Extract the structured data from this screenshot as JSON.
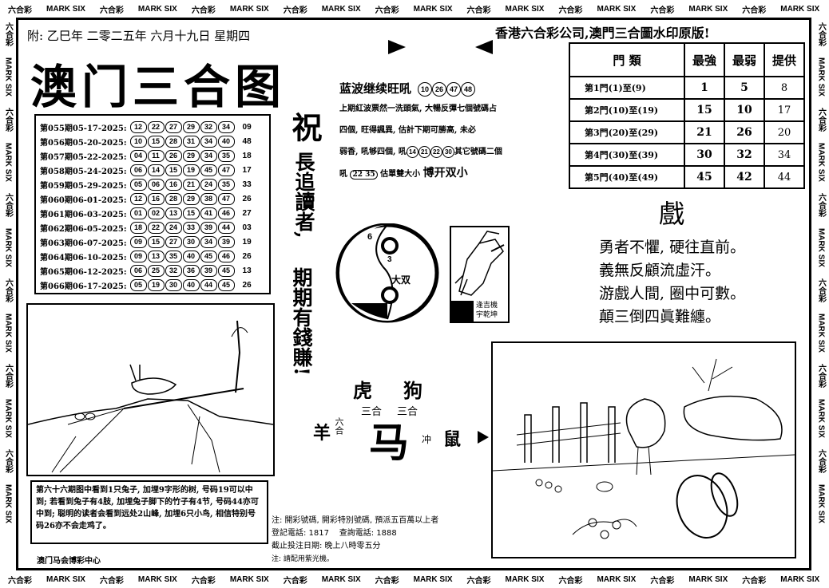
{
  "border": {
    "mark": "MARK SIX",
    "logo": "六合彩"
  },
  "header": {
    "date_line": "附: 乙巳年 二零二五年 六月十九日 星期四",
    "company": "香港六合彩公司,澳門三合圖水印原版!",
    "title": "澳门三合图"
  },
  "draws": [
    {
      "label": "第055期05-17-2025:",
      "nums": [
        "12",
        "22",
        "27",
        "29",
        "32",
        "34"
      ],
      "special": "09"
    },
    {
      "label": "第056期05-20-2025:",
      "nums": [
        "10",
        "15",
        "28",
        "31",
        "34",
        "40"
      ],
      "special": "48"
    },
    {
      "label": "第057期05-22-2025:",
      "nums": [
        "04",
        "11",
        "26",
        "29",
        "34",
        "35"
      ],
      "special": "18"
    },
    {
      "label": "第058期05-24-2025:",
      "nums": [
        "06",
        "14",
        "15",
        "19",
        "45",
        "47"
      ],
      "special": "17"
    },
    {
      "label": "第059期05-29-2025:",
      "nums": [
        "05",
        "06",
        "16",
        "21",
        "24",
        "35"
      ],
      "special": "33"
    },
    {
      "label": "第060期06-01-2025:",
      "nums": [
        "12",
        "16",
        "28",
        "29",
        "38",
        "47"
      ],
      "special": "26"
    },
    {
      "label": "第061期06-03-2025:",
      "nums": [
        "01",
        "02",
        "13",
        "15",
        "41",
        "46"
      ],
      "special": "27"
    },
    {
      "label": "第062期06-05-2025:",
      "nums": [
        "18",
        "22",
        "24",
        "33",
        "39",
        "44"
      ],
      "special": "03"
    },
    {
      "label": "第063期06-07-2025:",
      "nums": [
        "09",
        "15",
        "27",
        "30",
        "34",
        "39"
      ],
      "special": "19"
    },
    {
      "label": "第064期06-10-2025:",
      "nums": [
        "09",
        "13",
        "35",
        "40",
        "45",
        "46"
      ],
      "special": "26"
    },
    {
      "label": "第065期06-12-2025:",
      "nums": [
        "06",
        "25",
        "32",
        "36",
        "39",
        "45"
      ],
      "special": "13"
    },
    {
      "label": "第066期06-17-2025:",
      "nums": [
        "05",
        "19",
        "30",
        "40",
        "44",
        "45"
      ],
      "special": "26"
    }
  ],
  "blessing": {
    "big": "祝",
    "col1": "長追讀者,",
    "col2": "期期有錢賺!"
  },
  "blue_wave": {
    "title": "蓝波继续旺吼",
    "title_nums": [
      "10",
      "26",
      "47",
      "48"
    ],
    "line1": "上期紅波票然一洗頭氣, 大暢反彈七個號碼占",
    "line2": "四個, 旺得諷異, 估計下期可勝高, 未必",
    "line3": "弱香, 吼够四個, 吼",
    "line3_nums": [
      "14",
      "21",
      "22",
      "30"
    ],
    "line3_tail": "其它號碼二個",
    "line4_head": "吼",
    "line4_nums": "22 35",
    "line4_tail": "估單雙大小",
    "line4_bold": "博开双小"
  },
  "yinyang": {
    "n6": "6",
    "n3": "3",
    "label": "大双"
  },
  "small_pic": {
    "caption1": "逢吉機",
    "caption2": "宇乾坤"
  },
  "door_table": {
    "headers": [
      "門  類",
      "最強",
      "最弱",
      "提供"
    ],
    "rows": [
      {
        "name": "第1門(1)至(9)",
        "strong": "1",
        "weak": "5",
        "give": "8"
      },
      {
        "name": "第2門(10)至(19)",
        "strong": "15",
        "weak": "10",
        "give": "17"
      },
      {
        "name": "第3門(20)至(29)",
        "strong": "21",
        "weak": "26",
        "give": "20"
      },
      {
        "name": "第4門(30)至(39)",
        "strong": "30",
        "weak": "32",
        "give": "34"
      },
      {
        "name": "第5門(40)至(49)",
        "strong": "45",
        "weak": "42",
        "give": "44"
      }
    ]
  },
  "poem": {
    "title": "戲",
    "lines": [
      "勇者不懼, 硬往直前。",
      "義無反顧流虛汗。",
      "游戲人間, 圈中可數。",
      "顛三倒四眞難纏。"
    ]
  },
  "zodiac": {
    "tiger": "虎",
    "dog": "狗",
    "sanhe1": "三合",
    "sanhe2": "三合",
    "sheep": "羊",
    "liuhe": "六合",
    "horse": "马",
    "chong": "冲",
    "rat": "鼠"
  },
  "story": {
    "text": "第六十六期图中看到1只兔子, 加埋9字形的树, 号码19可以中到; 若看到兔子有4肢, 加埋兔子脚下的竹子有4节, 号码44亦可中到; 聪明的读者会看到远处2山峰, 加埋6只小鸟, 相信特别号码26亦不会走鸡了。",
    "footer": "澳门马会博彩中心"
  },
  "notes": {
    "line1": "注: 開彩號碼, 開彩特別號碼, 預派五百萬以上者",
    "line2_a": "登記電話: 1817",
    "line2_b": "查詢電話: 1888",
    "line3": "截止投注日期: 晚上八時零五分",
    "line4": "注: 請配用紫光機。"
  }
}
